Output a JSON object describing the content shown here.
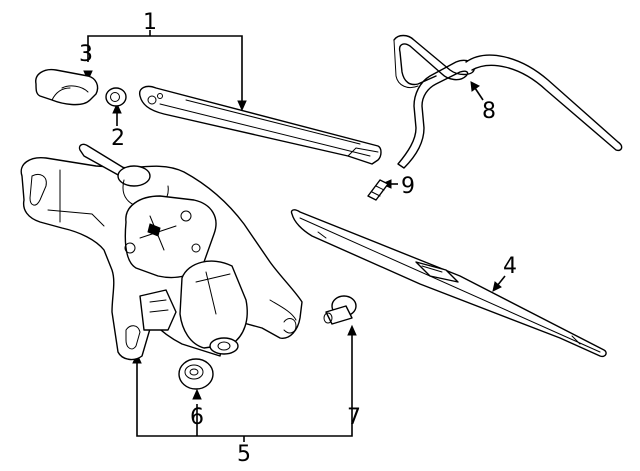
{
  "callouts": {
    "c1": "1",
    "c2": "2",
    "c3": "3",
    "c4": "4",
    "c5": "5",
    "c6": "6",
    "c7": "7",
    "c8": "8",
    "c9": "9"
  },
  "parts": {
    "wiper_arm_assembly": "1",
    "nut": "2",
    "cap": "3",
    "wiper_blade": "4",
    "wiper_motor": "5",
    "grommet": "6",
    "stud_bolt": "7",
    "washer_hose": "8",
    "nozzle": "9"
  }
}
